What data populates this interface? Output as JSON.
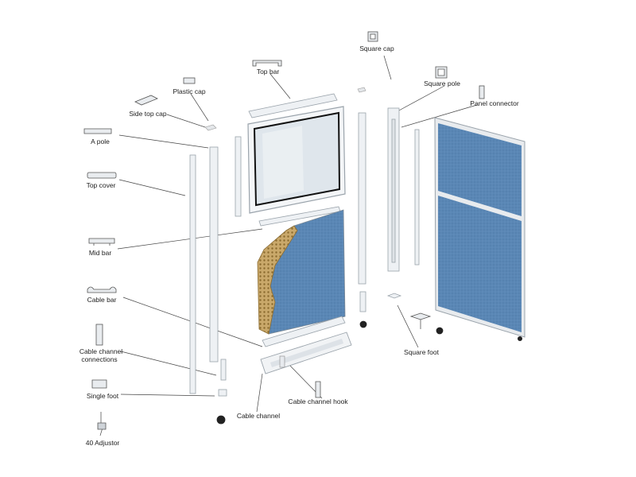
{
  "labels": {
    "square_cap": "Square cap",
    "top_bar": "Top bar",
    "plastic_cap": "Plastic cap",
    "square_pole": "Square pole",
    "side_top_cap": "Side top cap",
    "panel_connector": "Panel connector",
    "a_pole": "A pole",
    "top_cover": "Top cover",
    "mid_bar": "Mid bar",
    "cable_bar": "Cable bar",
    "cable_channel_connections_1": "Cable channel",
    "cable_channel_connections_2": "connections",
    "square_foot": "Square foot",
    "single_foot": "Single foot",
    "cable_channel_hook": "Cable channel hook",
    "cable_channel": "Cable channel",
    "adjustor": "40 Adjustor"
  },
  "colors": {
    "fabric": "#5a87b5",
    "frame": "#e6eaee",
    "frame_stroke": "#9aa3ab",
    "core": "#c9a86a",
    "glass": "#dfe6ec",
    "leader": "#444444"
  }
}
